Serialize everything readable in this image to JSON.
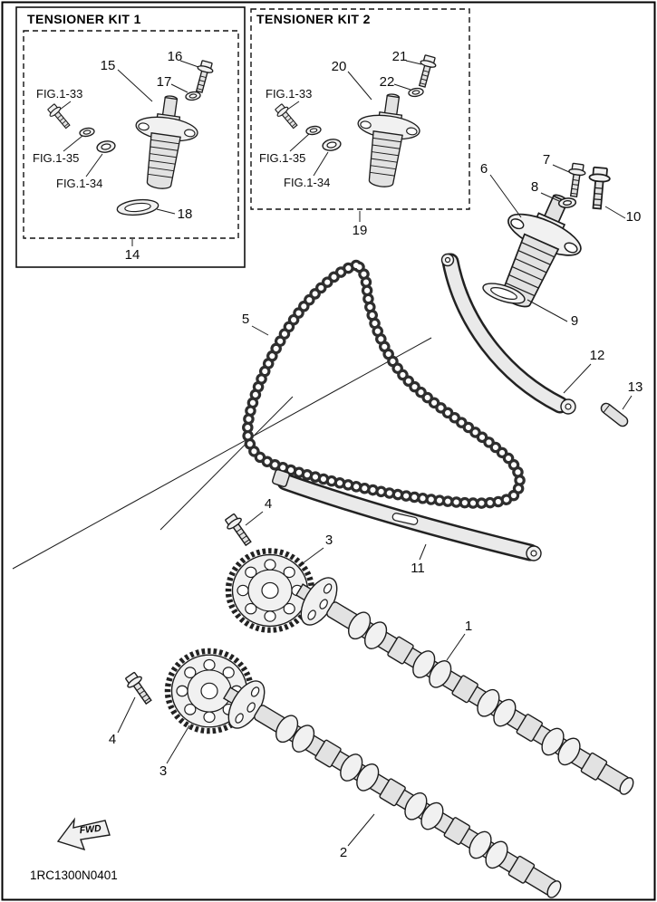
{
  "colors": {
    "background": "#ffffff",
    "line": "#1a1a1a"
  },
  "kit1": {
    "title": "TENSIONER KIT 1",
    "callout_body": "15",
    "callout_bolt": "16",
    "callout_washer": "17",
    "fig_bolt": "FIG.1-33",
    "fig_washer": "FIG.1-35",
    "fig_oring": "FIG.1-34",
    "callout_gasket": "18",
    "callout_kit": "14"
  },
  "kit2": {
    "title": "TENSIONER KIT 2",
    "callout_body": "20",
    "callout_bolt": "21",
    "callout_washer": "22",
    "fig_bolt": "FIG.1-33",
    "fig_washer": "FIG.1-35",
    "fig_oring": "FIG.1-34",
    "callout_kit": "19"
  },
  "callouts": {
    "camshaft_1": "1",
    "camshaft_2": "2",
    "sprocket_upper": "3",
    "sprocket_lower": "3",
    "bolt_upper": "4",
    "bolt_lower": "4",
    "chain": "5",
    "tensioner_assembly": "6",
    "tensioner_bolt": "7",
    "tensioner_washer": "8",
    "tensioner_gasket": "9",
    "mount_bolt": "10",
    "chain_guide_bottom": "11",
    "chain_guide_rear": "12",
    "guide_pin": "13"
  },
  "orientation": {
    "fwd_label": "FWD"
  },
  "footer": {
    "drawing_code": "1RC1300N0401"
  }
}
